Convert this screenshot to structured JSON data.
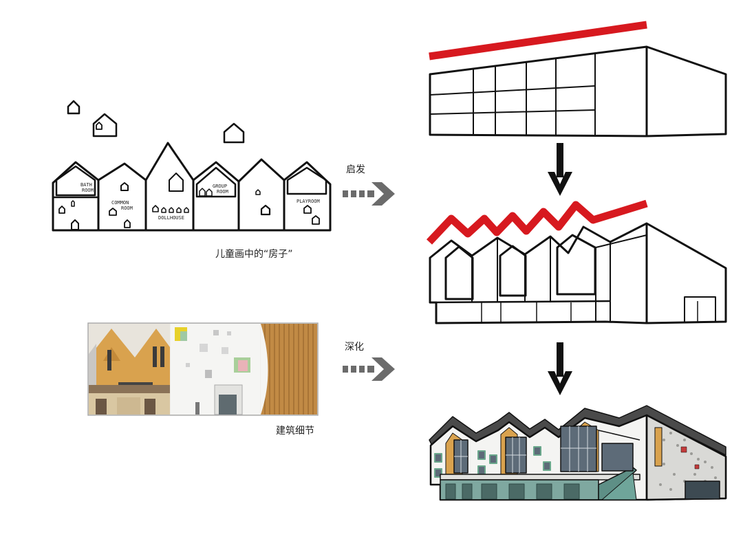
{
  "labels": {
    "inspiration": "启发",
    "deepen": "深化",
    "childrens_drawing": "儿童画中的“房子”",
    "architectural_detail": "建筑细节"
  },
  "room_labels": {
    "bath_1": "BATH",
    "bath_2": "ROOM",
    "common_1": "COMMON",
    "common_2": "ROOM",
    "dollhouse": "DOLLHOUSE",
    "group_1": "GROUP",
    "group_2": "ROOM",
    "playroom": "PLAYROOM"
  },
  "colors": {
    "accent_red": "#d7191f",
    "arrow_gray": "#6b6b6b",
    "arrow_black": "#111111",
    "wood": "#d9a24e",
    "facade_white": "#f4f4f2",
    "glass": "#5d6b78",
    "green_base": "#7fa8a0"
  }
}
